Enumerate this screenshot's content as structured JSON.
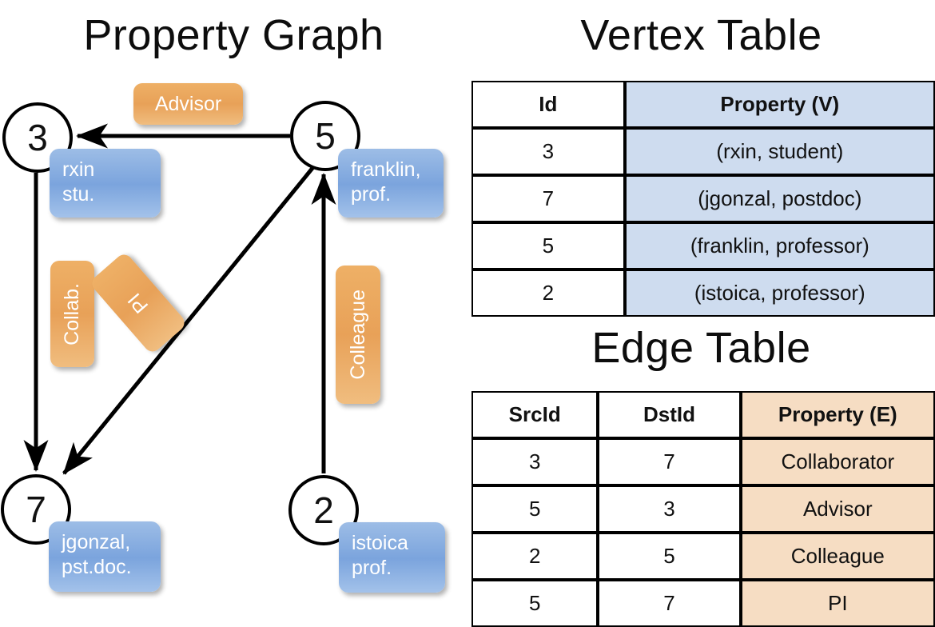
{
  "titles": {
    "property_graph": "Property Graph",
    "vertex_table": "Vertex Table",
    "edge_table": "Edge Table"
  },
  "colors": {
    "node_stroke": "#000000",
    "vertex_property_fill": "#cedcef",
    "edge_property_fill": "#f6ddc3",
    "blue_box": "#7ba4dd",
    "orange_box": "#e8a158",
    "background": "#ffffff"
  },
  "graph": {
    "nodes": [
      {
        "id": "3",
        "label": "3",
        "property_lines": [
          "rxin",
          "stu."
        ]
      },
      {
        "id": "5",
        "label": "5",
        "property_lines": [
          "franklin,",
          "prof."
        ]
      },
      {
        "id": "7",
        "label": "7",
        "property_lines": [
          "jgonzal,",
          "pst.doc."
        ]
      },
      {
        "id": "2",
        "label": "2",
        "property_lines": [
          "istoica",
          "prof."
        ]
      }
    ],
    "edge_labels": [
      {
        "name": "advisor",
        "text": "Advisor",
        "from": "5",
        "to": "3"
      },
      {
        "name": "collab",
        "text": "Collab.",
        "from": "3",
        "to": "7"
      },
      {
        "name": "pi",
        "text": "PI",
        "from": "5",
        "to": "7"
      },
      {
        "name": "colleague",
        "text": "Colleague",
        "from": "2",
        "to": "5"
      }
    ]
  },
  "vertex_table": {
    "headers": [
      "Id",
      "Property (V)"
    ],
    "rows": [
      {
        "id": "3",
        "property": "(rxin, student)"
      },
      {
        "id": "7",
        "property": "(jgonzal, postdoc)"
      },
      {
        "id": "5",
        "property": "(franklin, professor)"
      },
      {
        "id": "2",
        "property": "(istoica, professor)"
      }
    ]
  },
  "edge_table": {
    "headers": [
      "SrcId",
      "DstId",
      "Property (E)"
    ],
    "rows": [
      {
        "src": "3",
        "dst": "7",
        "property": "Collaborator"
      },
      {
        "src": "5",
        "dst": "3",
        "property": "Advisor"
      },
      {
        "src": "2",
        "dst": "5",
        "property": "Colleague"
      },
      {
        "src": "5",
        "dst": "7",
        "property": "PI"
      }
    ]
  }
}
